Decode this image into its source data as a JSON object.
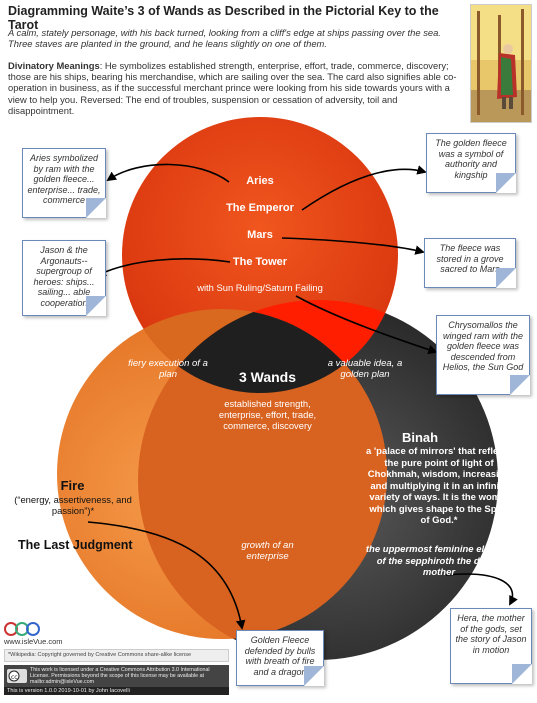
{
  "title": "Diagramming Waite’s 3 of Wands as Described in the Pictorial Key to the Tarot",
  "intro": "A calm, stately personage, with his back turned, looking from a cliff's edge at ships passing over the sea. Three staves are planted in the ground, and he leans slightly on one of them.",
  "meanings_label": "Divinatory Meanings",
  "meanings_text": ": He symbolizes established strength, enterprise, effort, trade, commerce, discovery; those are his ships, bearing his merchandise, which are sailing over the sea. The card also signifies able co-operation in business, as if the successful merchant prince were looking from his side towards yours with a view to help you. Reversed: The end of troubles, suspension or cessation of adversity, toil and disappointment.",
  "colors": {
    "top_circle": "#e8431a",
    "left_circle": "#e87a28",
    "right_circle": "#2e2e2e",
    "top_left_overlap": "#d86a1e",
    "top_right_overlap": "#ff1a00",
    "left_right_overlap": "#d45a1c",
    "center": "#1f1f1f",
    "note_border": "#6a89b8"
  },
  "top_circle": {
    "items": [
      "Aries",
      "The Emperor",
      "Mars",
      "The Tower"
    ],
    "sub": "with Sun Ruling/Saturn Failing"
  },
  "overlaps": {
    "top_left": "fiery execution of a plan",
    "top_right": "a valuable idea, a golden plan",
    "bottom": "growth of an enterprise"
  },
  "center": {
    "title": "3 Wands",
    "text": "established strength, enterprise, effort, trade, commerce, discovery"
  },
  "left_circle": {
    "title": "Fire",
    "text": "(“energy, assertiveness, and passion”)*",
    "sub": "The Last Judgment"
  },
  "right_circle": {
    "title": "Binah",
    "text": "a 'palace of mirrors' that reflects the pure point of light of Chokhmah, wisdom, increasing and multiplying it in an infinite variety of ways. It is the womb, which gives shape to the Spirit of God.*",
    "italic": "the uppermost feminine element of the sepphiroth the divine mother"
  },
  "notes": {
    "aries": "Aries symbolized by ram with the golden fleece... enterprise... trade, commerce",
    "jason": "Jason & the Argonauts-- supergroup of heroes: ships... sailing... able cooperation",
    "fleece_authority": "The golden fleece was a symbol of authority and kingship",
    "fleece_grove": "The fleece was stored in a grove sacred to Mars",
    "chrysomallos": "Chrysomallos the winged ram with the golden fleece was descended from Helios, the Sun God",
    "golden_fleece": "Golden Fleece defended by bulls with breath of fire and a dragon",
    "hera": "Hera, the mother of the gods, set the story of Jason in motion"
  },
  "footer": {
    "site": "www.isleVue.com",
    "wiki": "*Wikipedia: Copyright governed by Creative Commons share-alike license",
    "license": "This work is licensed under a Creative Commons Attribution 3.0 International License. Permissions beyond the scope of this license may be available at mailto:admin@isleVue.com",
    "version": "This is version 1.0.0 2019-10-01 by John Iacovelli"
  }
}
